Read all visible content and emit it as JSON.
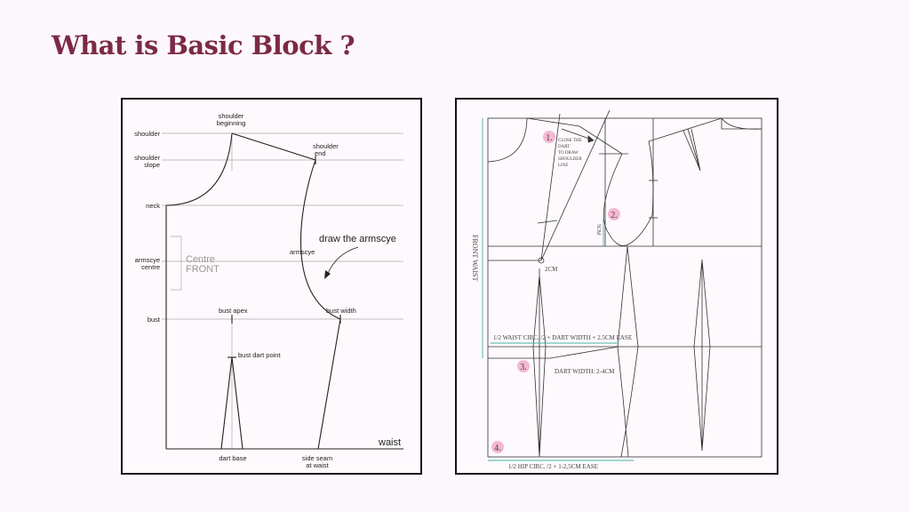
{
  "title": "What is Basic Block ?",
  "left_diagram": {
    "levels": {
      "shoulder": "shoulder",
      "shoulder_slope_1": "shoulder",
      "shoulder_slope_2": "slope",
      "neck": "neck",
      "armscye_centre_1": "armscye",
      "armscye_centre_2": "centre",
      "bust": "bust"
    },
    "shoulder_beginning_1": "shoulder",
    "shoulder_beginning_2": "beginning",
    "shoulder_end_1": "shoulder",
    "shoulder_end_2": "end",
    "centre_1": "Centre",
    "centre_2": "FRONT",
    "draw_note": "draw the armscye",
    "armscye": "armscye",
    "bust_apex": "bust apex",
    "bust_width": "bust width",
    "bust_dart_point": "bust dart point",
    "waist": "waist",
    "dart_base": "dart base",
    "side_seam_1": "side seam",
    "side_seam_2": "at waist"
  },
  "right_diagram": {
    "step1": "1.",
    "step2": "2.",
    "step3": "3.",
    "step4": "4.",
    "note1": [
      "CLOSE THE",
      "DART",
      "TO DRAW",
      "SHOULDER",
      "LINE"
    ],
    "five_cm": "5CM",
    "two_cm": "2CM",
    "front_waist": "FRONT WAIST",
    "waist_formula": "1/2 WAIST CIRC. /2 + DART WIDTH + 2.5CM EASE",
    "dart_width": "DART WIDTH: 2-4CM",
    "hip_formula": "1/2 HIP CIRC. /2 + 1-2,5CM EASE",
    "accent": "#f4b8d2",
    "guide": "#4bb3a0"
  }
}
